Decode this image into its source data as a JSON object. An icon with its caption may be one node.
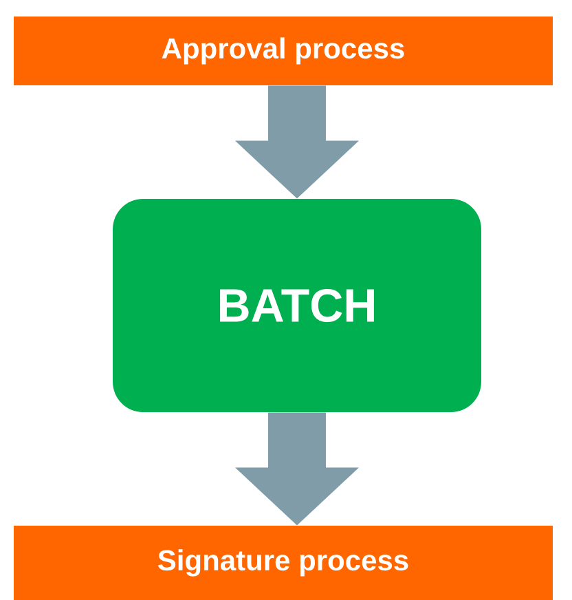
{
  "diagram": {
    "nodes": [
      {
        "text": [
          "Approval process"
        ]
      },
      {
        "text": [
          "BATCH"
        ]
      },
      {
        "text": [
          "Signature process"
        ]
      }
    ],
    "edges": [
      {
        "from": 0,
        "to": 1,
        "arrow": "to"
      },
      {
        "from": 1,
        "to": 2,
        "arrow": "to"
      }
    ]
  }
}
